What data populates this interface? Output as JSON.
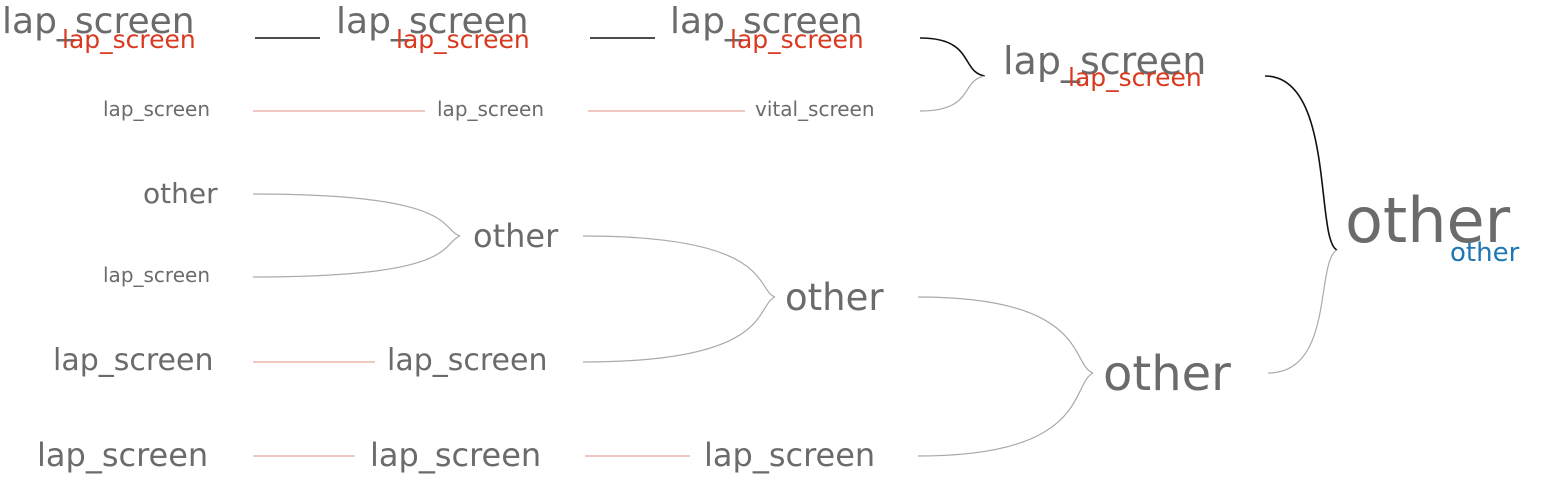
{
  "colors": {
    "node_text": "#6b6b6b",
    "pred_red": "#d9391f",
    "pred_blue": "#1f77b4",
    "edge_dark": "#111111",
    "edge_light": "#aaaaaa",
    "edge_pink": "#e8a89e"
  },
  "root": {
    "label": "other",
    "prediction": "other",
    "prediction_color": "blue"
  },
  "nodes": {
    "l2_top": {
      "label": "lap_screen",
      "prediction": "lap_screen",
      "prediction_color": "red"
    },
    "l2_bottom": {
      "label": "other"
    },
    "l3_mid": {
      "label": "other"
    },
    "l4_other": {
      "label": "other"
    },
    "r1_c3": {
      "label": "lap_screen",
      "prediction": "lap_screen",
      "prediction_color": "red"
    },
    "r1_c2": {
      "label": "lap_screen",
      "prediction": "lap_screen",
      "prediction_color": "red"
    },
    "r1_c1": {
      "label": "lap_screen",
      "prediction": "lap_screen",
      "prediction_color": "red"
    },
    "r2_c3": {
      "label": "vital_screen"
    },
    "r2_c2": {
      "label": "lap_screen"
    },
    "r2_c1": {
      "label": "lap_screen"
    },
    "r3_c1": {
      "label": "other"
    },
    "r4_c1": {
      "label": "lap_screen"
    },
    "r5_c2": {
      "label": "lap_screen"
    },
    "r5_c1": {
      "label": "lap_screen"
    },
    "r6_c3": {
      "label": "lap_screen"
    },
    "r6_c2": {
      "label": "lap_screen"
    },
    "r6_c1": {
      "label": "lap_screen"
    }
  }
}
